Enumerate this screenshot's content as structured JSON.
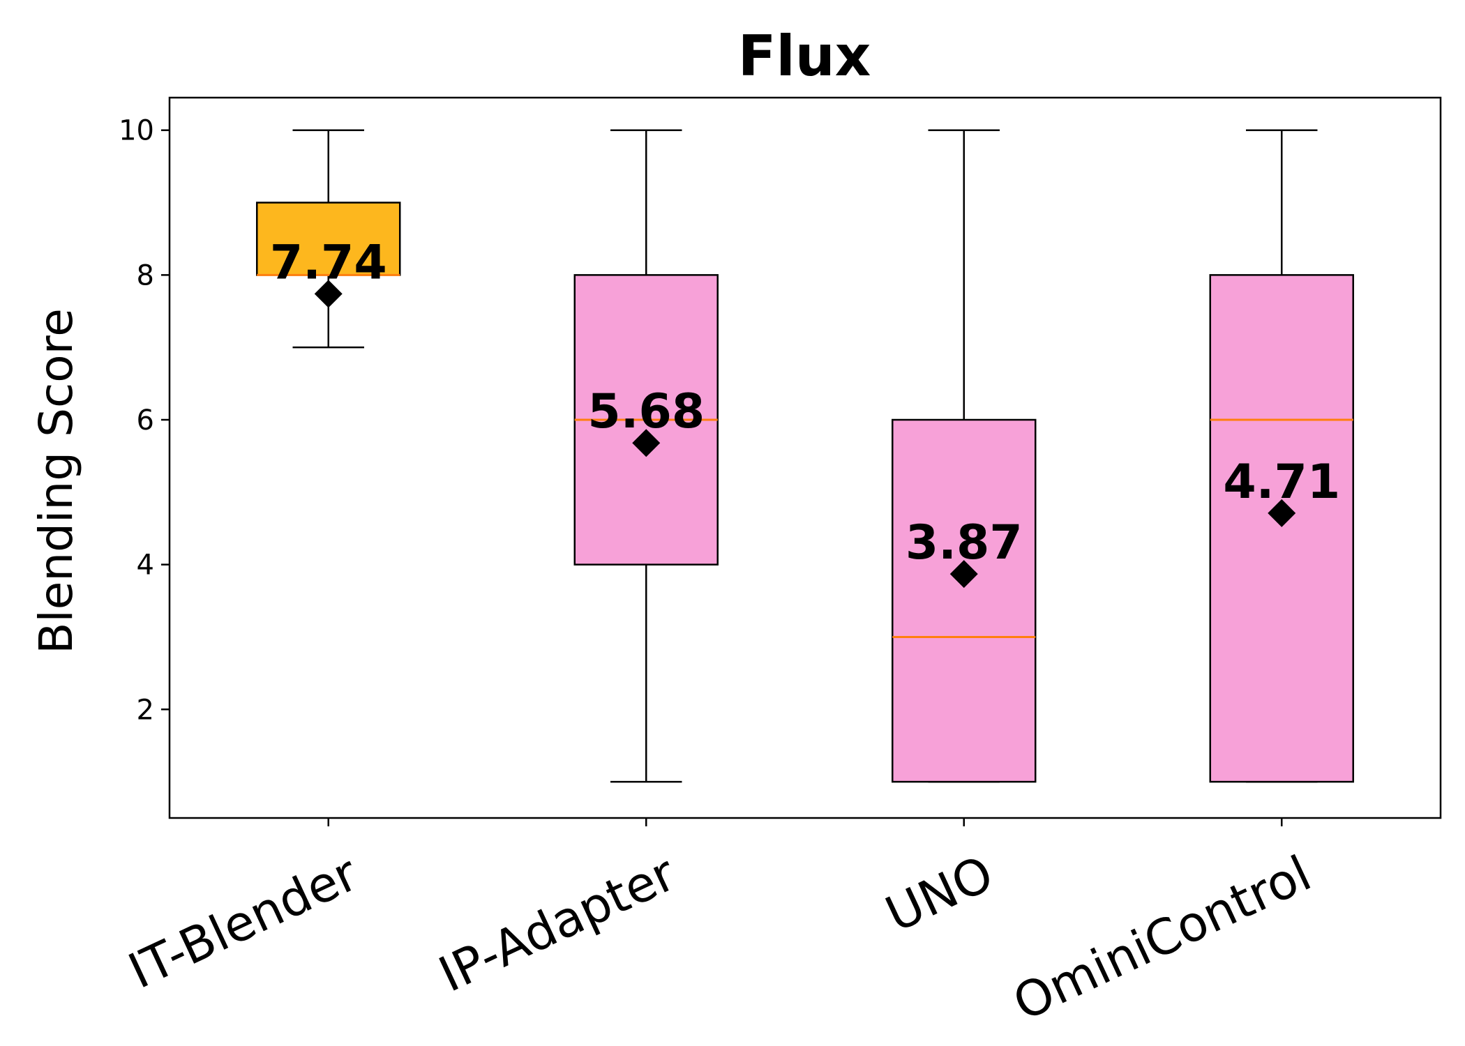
{
  "chart_data": {
    "type": "box",
    "title": "Flux",
    "xlabel": "",
    "ylabel": "Blending Score",
    "ylim": [
      0.5,
      10.45
    ],
    "yticks": [
      2,
      4,
      6,
      8,
      10
    ],
    "grid": false,
    "colors": {
      "highlight_box": "#fdb71e",
      "box": "#f7a1d8",
      "median": "#ff7f0e",
      "outline": "#000000",
      "mean_marker": "#000000"
    },
    "categories": [
      "IT-Blender",
      "IP-Adapter",
      "UNO",
      "OminiControl"
    ],
    "boxes": [
      {
        "name": "IT-Blender",
        "whislo": 7,
        "q1": 8,
        "med": 8,
        "q3": 9,
        "whishi": 10,
        "mean": 7.74,
        "mean_label": "7.74",
        "highlight": true
      },
      {
        "name": "IP-Adapter",
        "whislo": 1,
        "q1": 4,
        "med": 6,
        "q3": 8,
        "whishi": 10,
        "mean": 5.68,
        "mean_label": "5.68",
        "highlight": false
      },
      {
        "name": "UNO",
        "whislo": 1,
        "q1": 1,
        "med": 3,
        "q3": 6,
        "whishi": 10,
        "mean": 3.87,
        "mean_label": "3.87",
        "highlight": false
      },
      {
        "name": "OminiControl",
        "whislo": 1,
        "q1": 1,
        "med": 6,
        "q3": 8,
        "whishi": 10,
        "mean": 4.71,
        "mean_label": "4.71",
        "highlight": false
      }
    ]
  }
}
